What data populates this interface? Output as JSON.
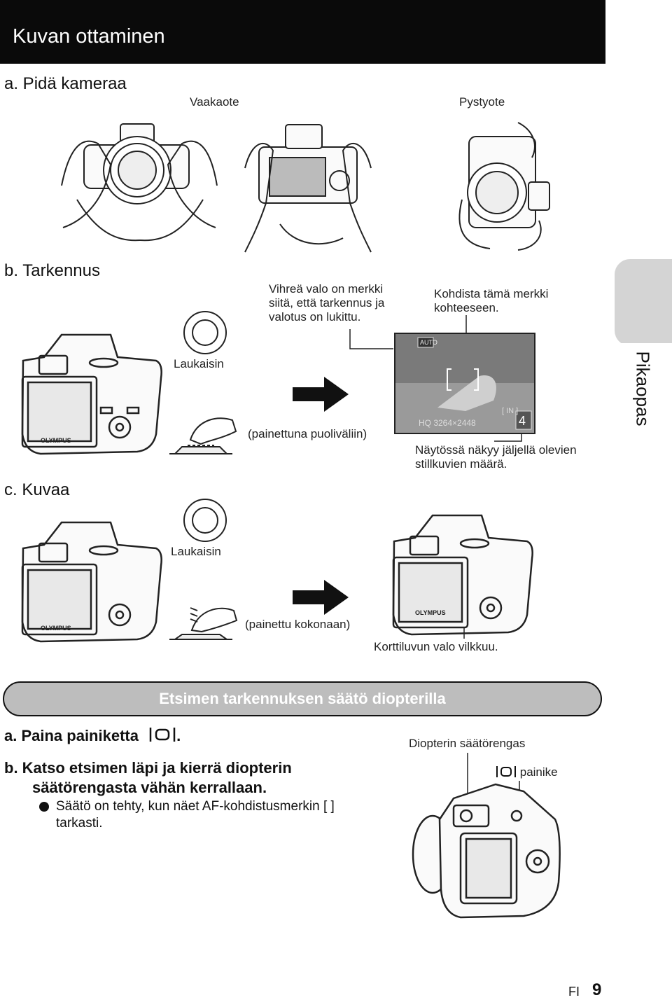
{
  "header": {
    "title": "Kuvan ottaminen"
  },
  "section_a": {
    "heading": "a.  Pidä kameraa",
    "label_left": "Vaakaote",
    "label_right": "Pystyote"
  },
  "section_b": {
    "heading": "b.  Tarkennus",
    "green_light": [
      "Vihreä valo on merkki",
      "siitä, että tarkennus ja",
      "valotus on lukittu."
    ],
    "aim_mark": [
      "Kohdista tämä merkki",
      "kohteeseen."
    ],
    "shutter": "Laukaisin",
    "half_press": "(painettuna puoliväliin)",
    "remaining": [
      "Näytössä näkyy jäljellä olevien",
      "stillkuvien määrä."
    ],
    "lcd": {
      "mode": "AUTO",
      "quality": "HQ 3264×2448",
      "size": "[ IN ]",
      "count": "4"
    }
  },
  "section_c": {
    "heading": "c.  Kuvaa",
    "shutter": "Laukaisin",
    "full_press": "(painettu kokonaan)",
    "card_light": "Korttiluvun valo vilkkuu."
  },
  "tab": {
    "label": "Pikaopas"
  },
  "diopter": {
    "title": "Etsimen tarkennuksen säätö diopterilla",
    "step_a": "a.  Paina painiketta",
    "step_b": [
      "b.  Katso etsimen läpi ja kierrä diopterin",
      "säätörengasta vähän kerrallaan."
    ],
    "note": [
      "Säätö on tehty, kun näet AF-kohdistusmerkin [  ]",
      "tarkasti."
    ],
    "ring_label": "Diopterin säätörengas",
    "button_label": "painike"
  },
  "footer": {
    "lang": "FI",
    "page": "9"
  },
  "camera_brand": "OLYMPUS"
}
